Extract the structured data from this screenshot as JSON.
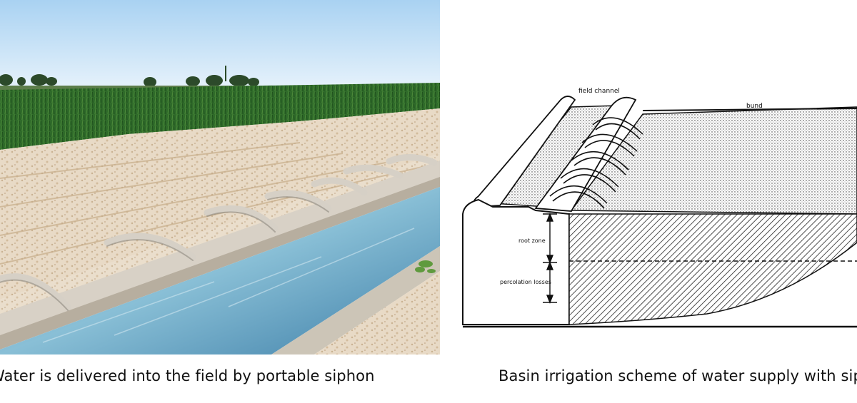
{
  "captions": {
    "left": "Water is delivered into the field by portable siphon",
    "right": "Basin irrigation scheme of water supply with siphons"
  },
  "diagram": {
    "labels": {
      "field_channel": "field channel",
      "bund": "bund",
      "root_zone": "root zone",
      "percolation_losses": "percolation losses"
    }
  },
  "colors": {
    "sky": "#cfe6f7",
    "crop": "#2f6b2a",
    "soil": "#e6d8c3",
    "water": "#7fb6cf",
    "concrete": "#dcd6cc",
    "pipe": "#d9d4cc"
  }
}
